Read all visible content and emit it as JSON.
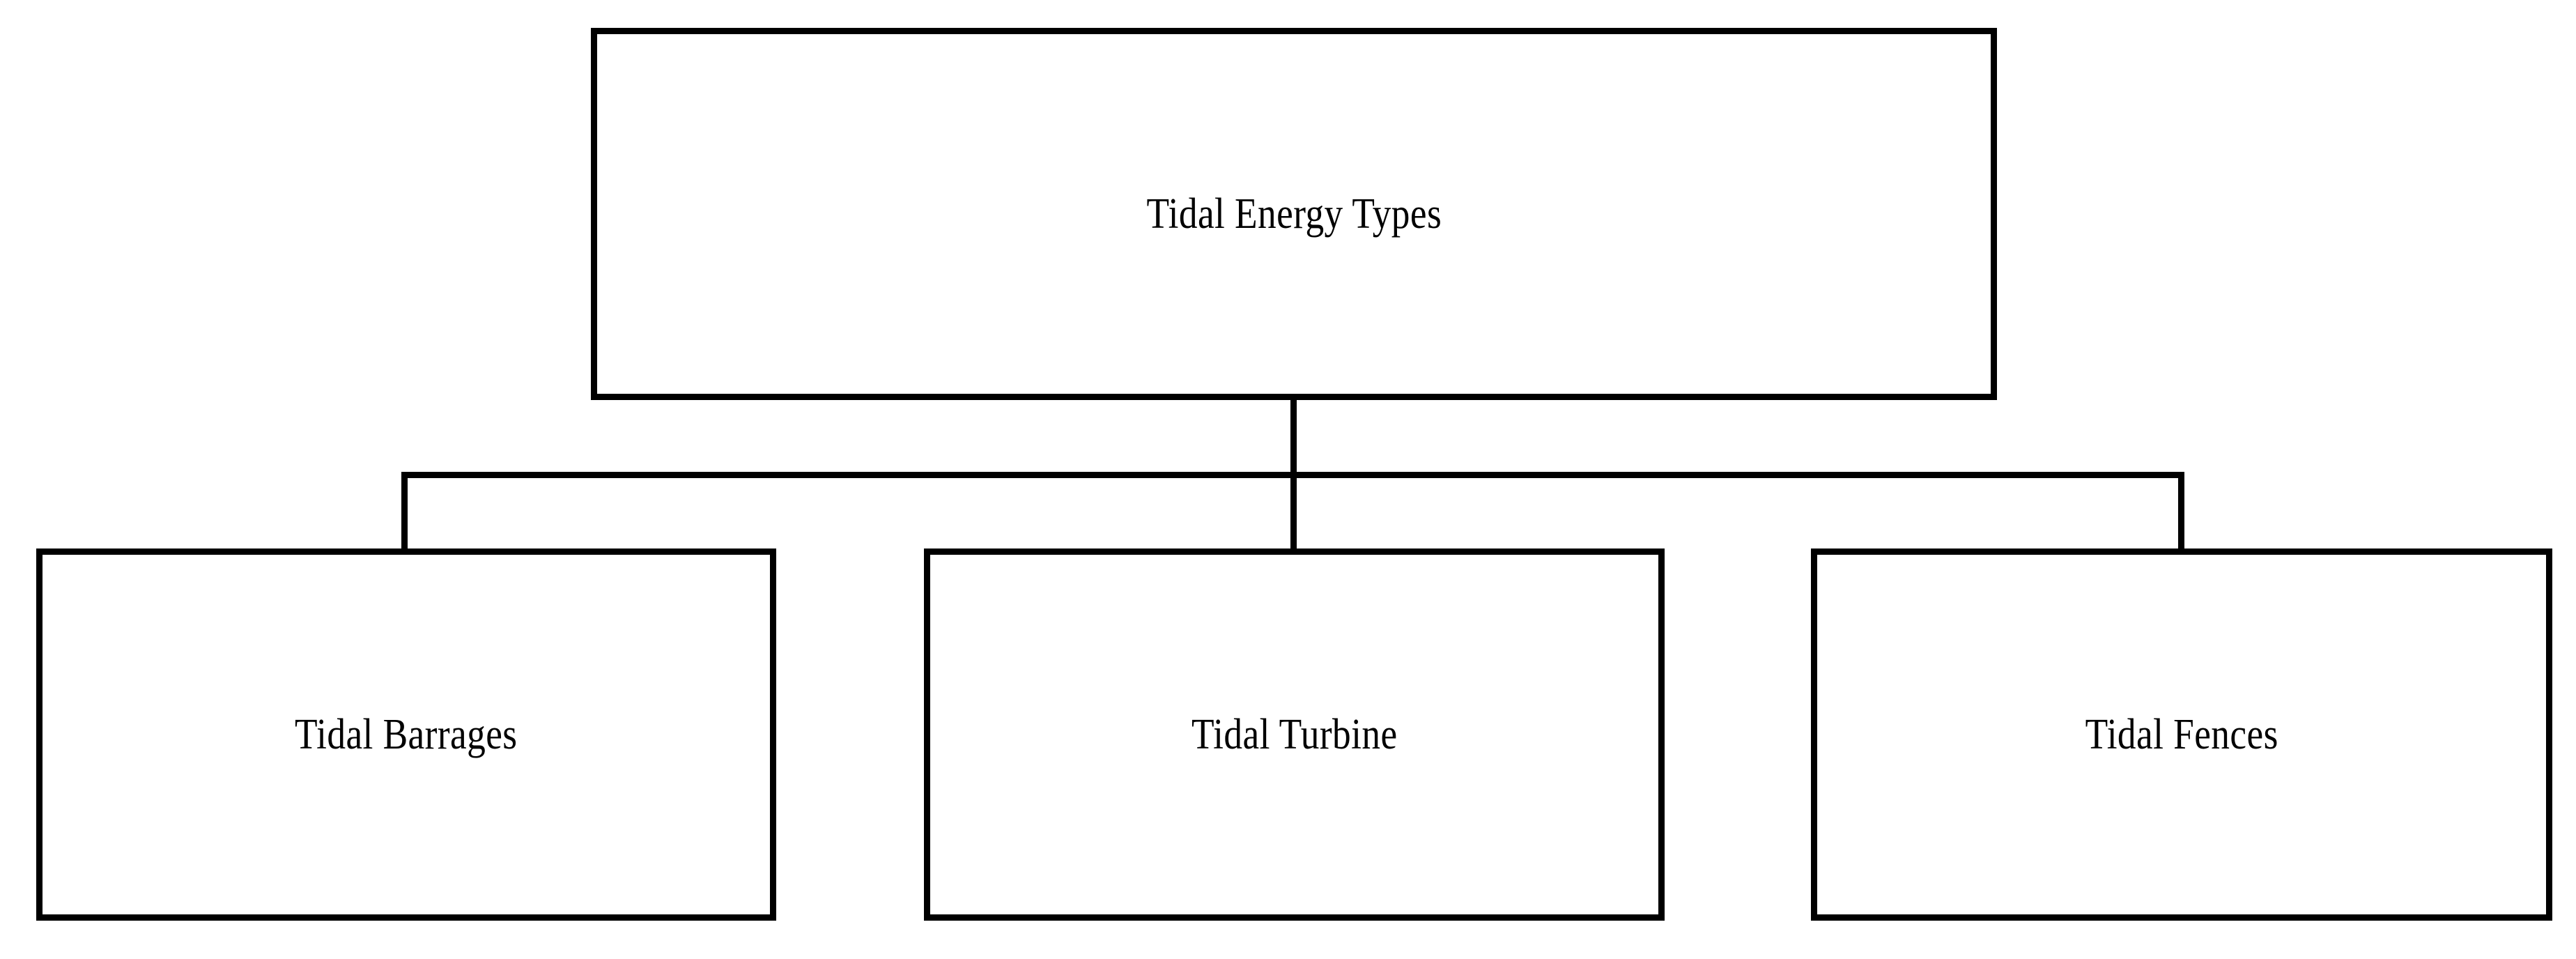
{
  "diagram": {
    "type": "hierarchy-tree",
    "title": "Tidal Energy Types",
    "orientation": "top-down",
    "colors": {
      "background": "#ffffff",
      "node_fill": "#ffffff",
      "node_border": "#000000",
      "connector": "#000000",
      "text": "#000000"
    },
    "root": {
      "label": "Tidal Energy Types"
    },
    "children": [
      {
        "label": "Tidal Barrages"
      },
      {
        "label": "Tidal Turbine"
      },
      {
        "label": "Tidal Fences"
      }
    ]
  }
}
